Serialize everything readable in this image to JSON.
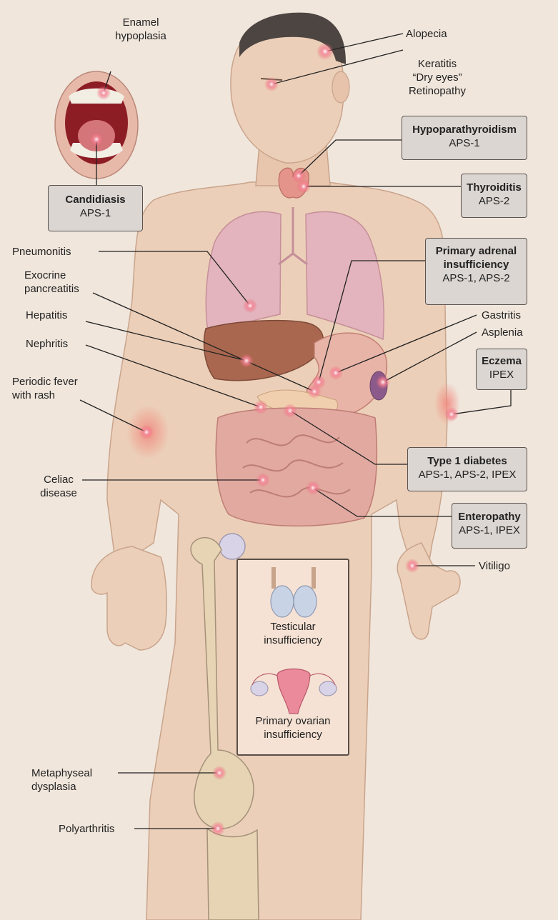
{
  "labels": {
    "enamel": [
      "Enamel",
      "hypoplasia"
    ],
    "alopecia": "Alopecia",
    "eyes": [
      "Keratitis",
      "“Dry eyes”",
      "Retinopathy"
    ],
    "pneumonitis": "Pneumonitis",
    "exocrine": [
      "Exocrine",
      "pancreatitis"
    ],
    "hepatitis": "Hepatitis",
    "nephritis": "Nephritis",
    "periodic": [
      "Periodic fever",
      "with rash"
    ],
    "gastritis": "Gastritis",
    "asplenia": "Asplenia",
    "celiac": [
      "Celiac",
      "disease"
    ],
    "vitiligo": "Vitiligo",
    "testicular": [
      "Testicular",
      "insufficiency"
    ],
    "ovarian": [
      "Primary ovarian",
      "insufficiency"
    ],
    "metaphyseal": [
      "Metaphyseal",
      "dysplasia"
    ],
    "polyarthritis": "Polyarthritis"
  },
  "boxes": {
    "candidiasis": {
      "title": "Candidiasis",
      "sub": "APS-1"
    },
    "hypopara": {
      "title": "Hypoparathyroidism",
      "sub": "APS-1"
    },
    "thyroiditis": {
      "title": "Thyroiditis",
      "sub": "APS-2"
    },
    "adrenal": {
      "title1": "Primary adrenal",
      "title2": "insufficiency",
      "sub": "APS-1, APS-2"
    },
    "eczema": {
      "title": "Eczema",
      "sub": "IPEX"
    },
    "t1d": {
      "title": "Type 1 diabetes",
      "sub": "APS-1, APS-2, IPEX"
    },
    "enteropathy": {
      "title": "Enteropathy",
      "sub": "APS-1, IPEX"
    }
  },
  "colors": {
    "background": "#f0e6dc",
    "skin": "#eccfb8",
    "lung": "#e3b4bd",
    "liver": "#a9674f",
    "intestine": "#e2a9a1",
    "bone": "#e6d4b4",
    "lesion": "#f06478",
    "box": "#dcd6d2"
  }
}
